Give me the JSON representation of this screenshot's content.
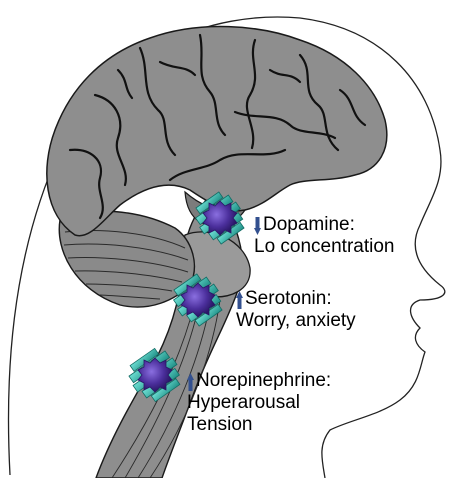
{
  "labels": [
    {
      "id": "dopamine",
      "direction": "down",
      "title": "Dopamine:",
      "lines": [
        "Lo concentration"
      ]
    },
    {
      "id": "serotonin",
      "direction": "up",
      "title": "Serotonin:",
      "lines": [
        "Worry, anxiety"
      ]
    },
    {
      "id": "norepinephrine",
      "direction": "up",
      "title": "Norepinephrine:",
      "lines": [
        "Hyperarousal",
        "Tension"
      ]
    }
  ],
  "colors": {
    "arrow": "#33508f",
    "brain": "#8e8e8e",
    "brain_dark": "#6e6e6e",
    "outline": "#1a1a1a",
    "receptor_teal": "#2fb3a8",
    "receptor_purple": "#4b2f9c"
  },
  "icons": {
    "up": "arrow-up-icon",
    "down": "arrow-down-icon"
  }
}
